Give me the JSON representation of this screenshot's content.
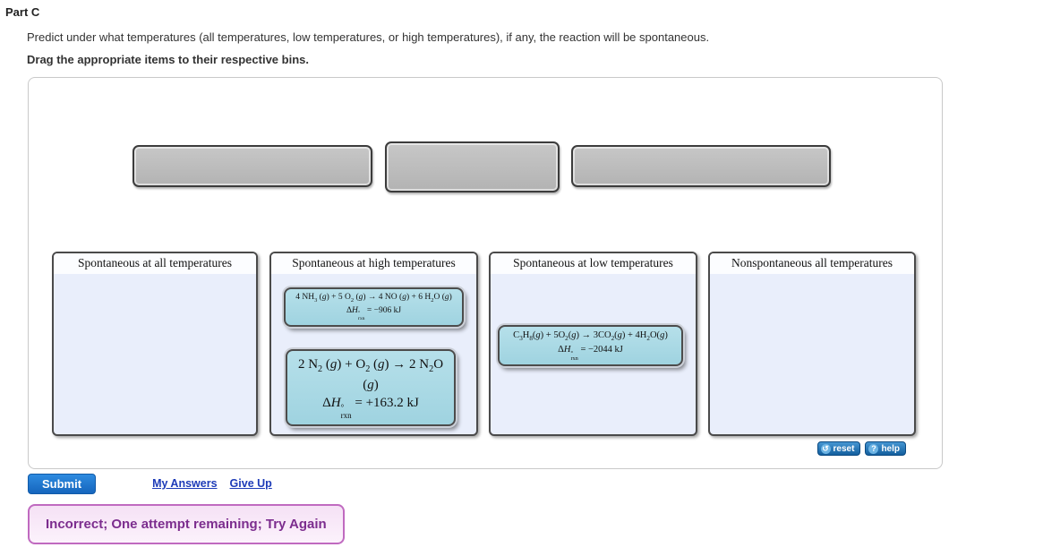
{
  "part_title": "Part C",
  "instruction": "Predict under what temperatures (all temperatures, low temperatures, or high temperatures), if any, the reaction will be spontaneous.",
  "drag_instruction": "Drag the appropriate items to their respective bins.",
  "tray_items": [
    {
      "label": ""
    },
    {
      "label": ""
    },
    {
      "label": ""
    }
  ],
  "bins": [
    {
      "label": "Spontaneous at all temperatures",
      "items": []
    },
    {
      "label": "Spontaneous at high temperatures",
      "items": [
        {
          "eq": "4 NH<sub>3</sub> (<i>g</i>) + 5 O<sub>2</sub> (<i>g</i>) → 4 NO (<i>g</i>) + 6 H<sub>2</sub>O (<i>g</i>)",
          "dh": "Δ<i>H</i><span class='stk'><span>°</span><span>rxn</span></span> = −906 kJ"
        },
        {
          "eq": "2 N<sub>2</sub> (<i>g</i>) + O<sub>2</sub> (<i>g</i>) → 2 N<sub>2</sub>O (<i>g</i>)",
          "dh": "Δ<i>H</i><span class='stk'><span>°</span><span>rxn</span></span> = +163.2 kJ"
        }
      ]
    },
    {
      "label": "Spontaneous at low temperatures",
      "items": [
        {
          "eq": "C<sub>3</sub>H<sub>8</sub>(<i>g</i>) + 5O<sub>2</sub>(<i>g</i>) → 3CO<sub>2</sub>(<i>g</i>) + 4H<sub>2</sub>O(<i>g</i>)",
          "dh": "Δ<i>H</i><span class='stk'><span>°</span><span>rxn</span></span> = −2044 kJ"
        }
      ]
    },
    {
      "label": "Nonspontaneous all temperatures",
      "items": []
    }
  ],
  "controls": {
    "reset_icon": "↺",
    "reset_label": "reset",
    "help_icon": "?",
    "help_label": "help"
  },
  "actions": {
    "submit_label": "Submit",
    "my_answers_label": "My Answers",
    "give_up_label": "Give Up"
  },
  "feedback": {
    "message": "Incorrect; One attempt remaining; Try Again"
  },
  "colors": {
    "accent_blue": "#1b76d2",
    "item_cyan": "#a6d8e3",
    "bin_body": "#e9eefb",
    "feedback_purple": "#7c2d8e",
    "feedback_border": "#c06ac0"
  }
}
